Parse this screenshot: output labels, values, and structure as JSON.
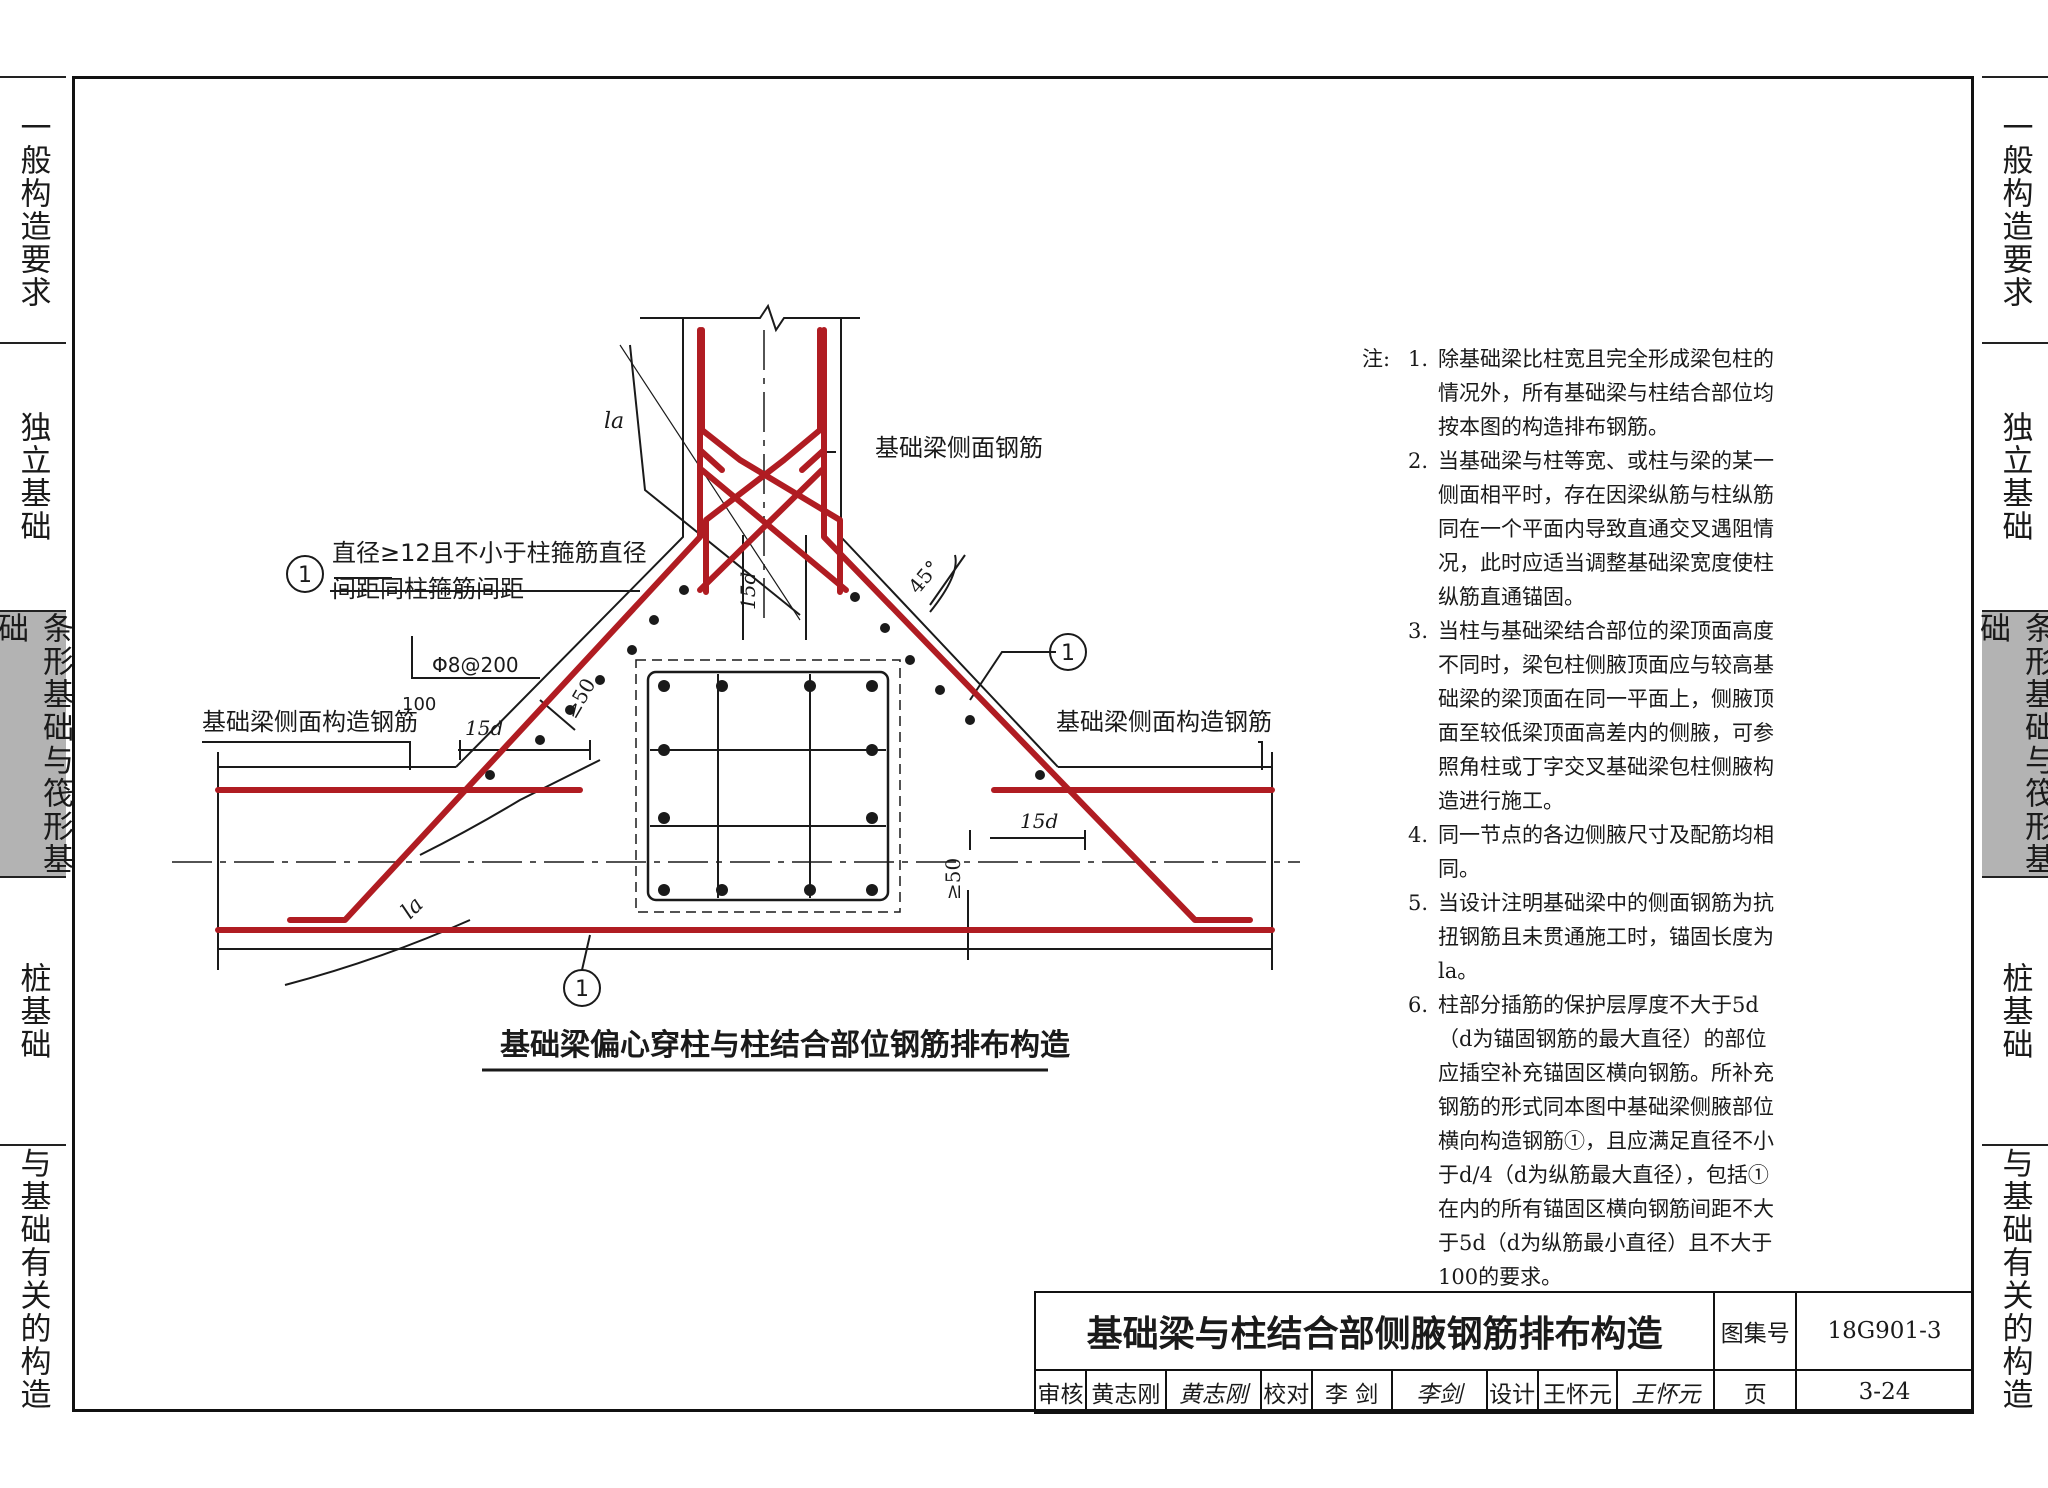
{
  "side_tabs_left": [
    {
      "label": "一般构造要求",
      "active": false
    },
    {
      "label": "独立基础",
      "active": false
    },
    {
      "label": "条形基础与筏形基础",
      "active": true
    },
    {
      "label": "桩基础",
      "active": false
    },
    {
      "label": "与基础有关的构造",
      "active": false
    }
  ],
  "side_tabs_right": [
    {
      "label": "一般构造要求",
      "active": false
    },
    {
      "label": "独立基础",
      "active": false
    },
    {
      "label": "条形基础与筏形基础",
      "active": true
    },
    {
      "label": "桩基础",
      "active": false
    },
    {
      "label": "与基础有关的构造",
      "active": false
    }
  ],
  "drawing": {
    "caption": "基础梁偏心穿柱与柱结合部位钢筋排布构造",
    "labels": {
      "side_rebar": "基础梁侧面钢筋",
      "note1_line1": "直径≥12且不小于柱箍筋直径",
      "note1_line2": "间距同柱箍筋间距",
      "stirrup": "Φ8@200",
      "spacing_100": "100",
      "side_structural_left": "基础梁侧面构造钢筋",
      "side_structural_right": "基础梁侧面构造钢筋",
      "dim_15d": "15d",
      "dim_ge50": "≥50",
      "anchor_la": "la",
      "angle_45": "45°",
      "circle_1": "1"
    }
  },
  "notes": {
    "prefix": "注:",
    "items": [
      {
        "num": "1.",
        "text": "除基础梁比柱宽且完全形成梁包柱的情况外，所有基础梁与柱结合部位均按本图的构造排布钢筋。"
      },
      {
        "num": "2.",
        "text": "当基础梁与柱等宽、或柱与梁的某一侧面相平时，存在因梁纵筋与柱纵筋同在一个平面内导致直通交叉遇阻情况，此时应适当调整基础梁宽度使柱纵筋直通锚固。"
      },
      {
        "num": "3.",
        "text": "当柱与基础梁结合部位的梁顶面高度不同时，梁包柱侧腋顶面应与较高基础梁的梁顶面在同一平面上，侧腋顶面至较低梁顶面高差内的侧腋，可参照角柱或丁字交叉基础梁包柱侧腋构造进行施工。"
      },
      {
        "num": "4.",
        "text": "同一节点的各边侧腋尺寸及配筋均相同。"
      },
      {
        "num": "5.",
        "text": "当设计注明基础梁中的侧面钢筋为抗扭钢筋且未贯通施工时，锚固长度为la。"
      },
      {
        "num": "6.",
        "text": "柱部分插筋的保护层厚度不大于5d（d为锚固钢筋的最大直径）的部位应插空补充锚固区横向钢筋。所补充钢筋的形式同本图中基础梁侧腋部位横向构造钢筋①，且应满足直径不小于d/4（d为纵筋最大直径），包括①在内的所有锚固区横向钢筋间距不大于5d（d为纵筋最小直径）且不大于100的要求。"
      }
    ]
  },
  "title_block": {
    "title": "基础梁与柱结合部侧腋钢筋排布构造",
    "atlas_label": "图集号",
    "atlas_no": "18G901-3",
    "page_label": "页",
    "page_no": "3-24",
    "review_label": "审核",
    "reviewer": "黄志刚",
    "reviewer_sig": "黄志刚",
    "check_label": "校对",
    "checker": "李 剑",
    "checker_sig": "李剑",
    "design_label": "设计",
    "designer": "王怀元",
    "designer_sig": "王怀元"
  },
  "colors": {
    "rebar": "#b01c22",
    "line": "#1a1a1a",
    "active_tab": "#b3b3b3"
  }
}
